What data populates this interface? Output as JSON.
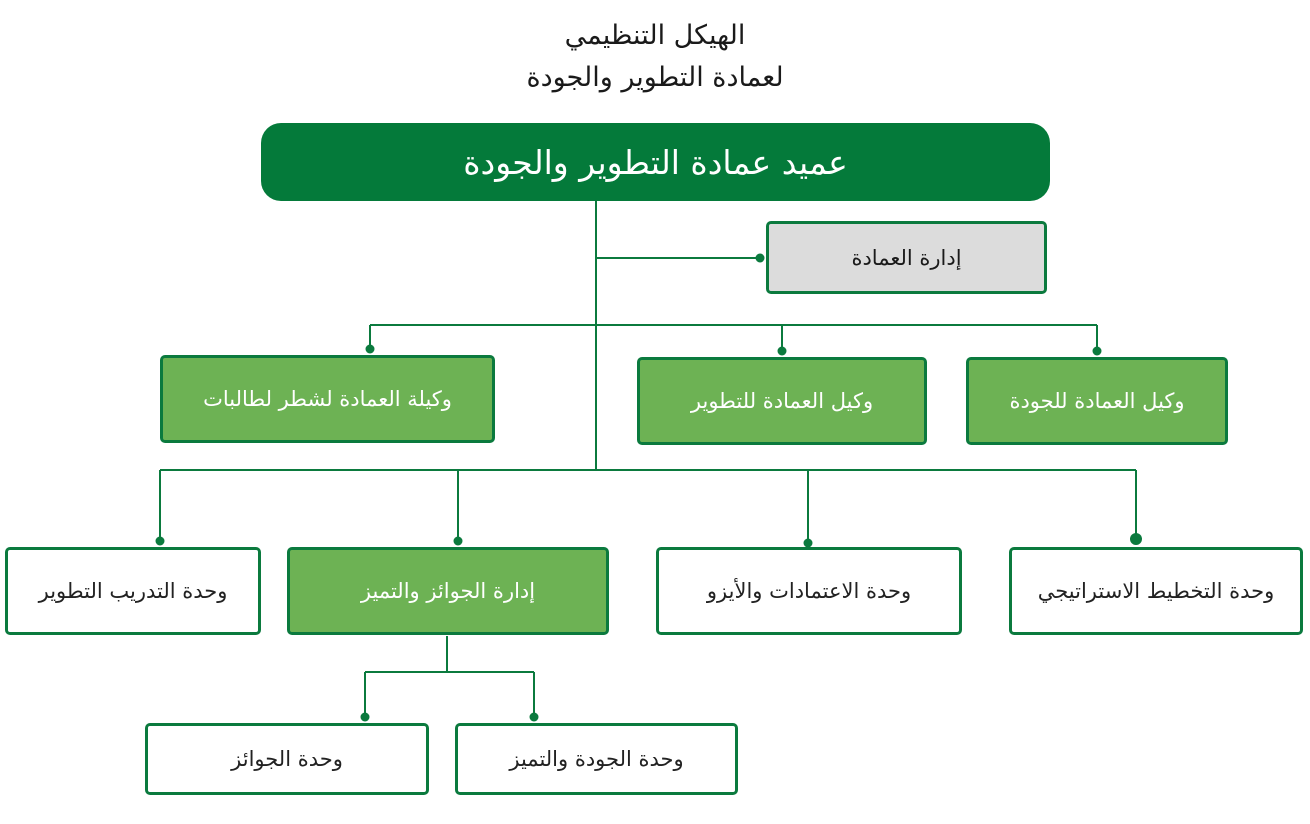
{
  "title": {
    "line1": "الهيكل التنظيمي",
    "line2": "لعمادة التطوير والجودة"
  },
  "dean": "عميد عمادة التطوير والجودة",
  "admin": "إدارة العمادة",
  "vice_deans": [
    "وكيل العمادة للجودة",
    "وكيل العمادة للتطوير",
    "وكيلة العمادة لشطر لطالبات"
  ],
  "units": [
    "وحدة التخطيط الاستراتيجي",
    "وحدة الاعتمادات والأيزو",
    "إدارة الجوائز والتميز",
    "وحدة التدريب التطوير"
  ],
  "sub_units": [
    "وحدة الجودة والتميز",
    "وحدة الجوائز"
  ],
  "colors": {
    "dark_green": "#047a3a",
    "light_green": "#6db254",
    "line_green": "#0b7a3e",
    "admin_gray": "#dcdcdc"
  }
}
